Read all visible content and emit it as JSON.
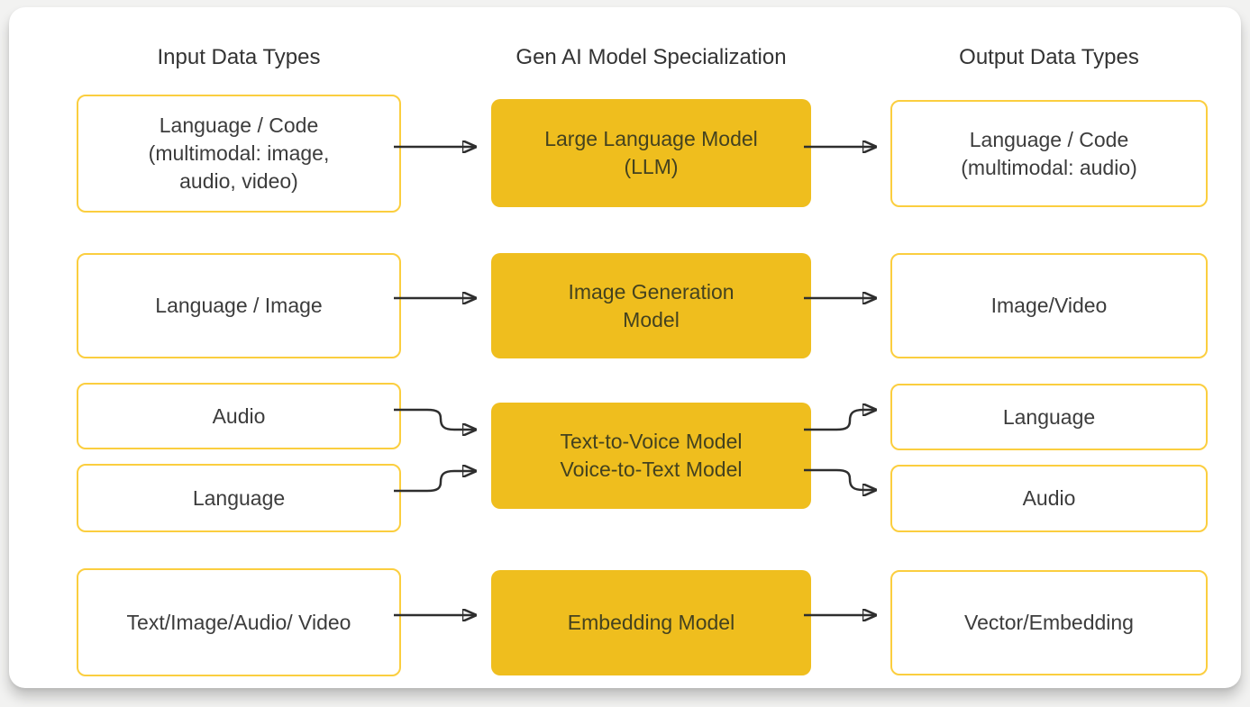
{
  "headers": {
    "input": "Input Data Types",
    "model": "Gen AI Model Specialization",
    "output": "Output Data Types"
  },
  "rows": [
    {
      "input": "Language / Code\n(multimodal: image,\naudio, video)",
      "model": "Large Language Model\n(LLM)",
      "output": "Language / Code\n(multimodal: audio)"
    },
    {
      "input": "Language / Image",
      "model": "Image Generation\nModel",
      "output": "Image/Video"
    },
    {
      "inputs": [
        "Audio",
        "Language"
      ],
      "model": "Text-to-Voice Model\nVoice-to-Text Model",
      "outputs": [
        "Language",
        "Audio"
      ]
    },
    {
      "input": "Text/Image/Audio/ Video",
      "model": "Embedding Model",
      "output": "Vector/Embedding"
    }
  ],
  "colors": {
    "model_box_fill": "#EFBE1E",
    "io_box_border": "#FBCE3F",
    "io_box_fill": "#FFFFFF",
    "arrow": "#2E2E2E",
    "header_text": "#333333",
    "box_text": "#3C3C3C",
    "card_background": "#FFFFFF",
    "page_background": "#F2F2F1"
  }
}
